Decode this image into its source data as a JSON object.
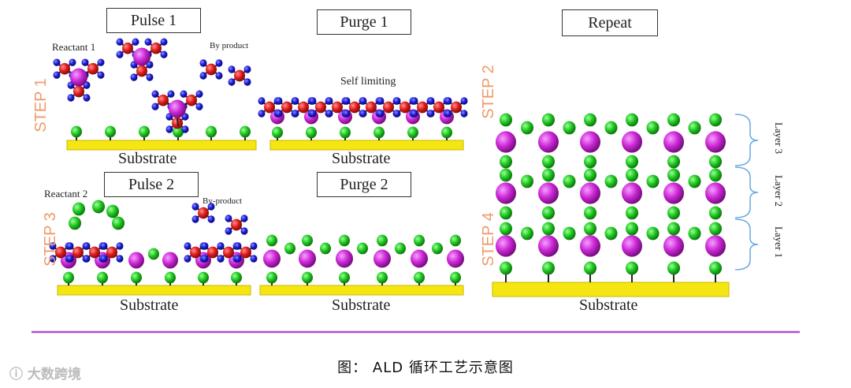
{
  "boxes": {
    "pulse1": "Pulse 1",
    "purge1": "Purge 1",
    "repeat": "Repeat",
    "pulse2": "Pulse 2",
    "purge2": "Purge 2"
  },
  "labels": {
    "reactant1": "Reactant 1",
    "byproduct1": "By product",
    "self_limiting": "Self limiting",
    "reactant2": "Reactant 2",
    "byproduct2": "By-product",
    "substrate": "Substrate"
  },
  "steps": [
    "STEP 1",
    "STEP 2",
    "STEP 3",
    "STEP 4"
  ],
  "layers": [
    "Layer 3",
    "Layer 2",
    "Layer 1"
  ],
  "caption": "图： ALD 循环工艺示意图",
  "watermark": "大数跨境",
  "colors": {
    "substrate": "#f5e612",
    "green_atom": "#1fc81f",
    "magenta_atom": "#cc27d6",
    "red_atom": "#e01a1a",
    "blue_atom": "#1a1ad6",
    "step_text": "#ef9a6a",
    "divider": "#b24ed6",
    "bracket": "#6aa8e0"
  }
}
